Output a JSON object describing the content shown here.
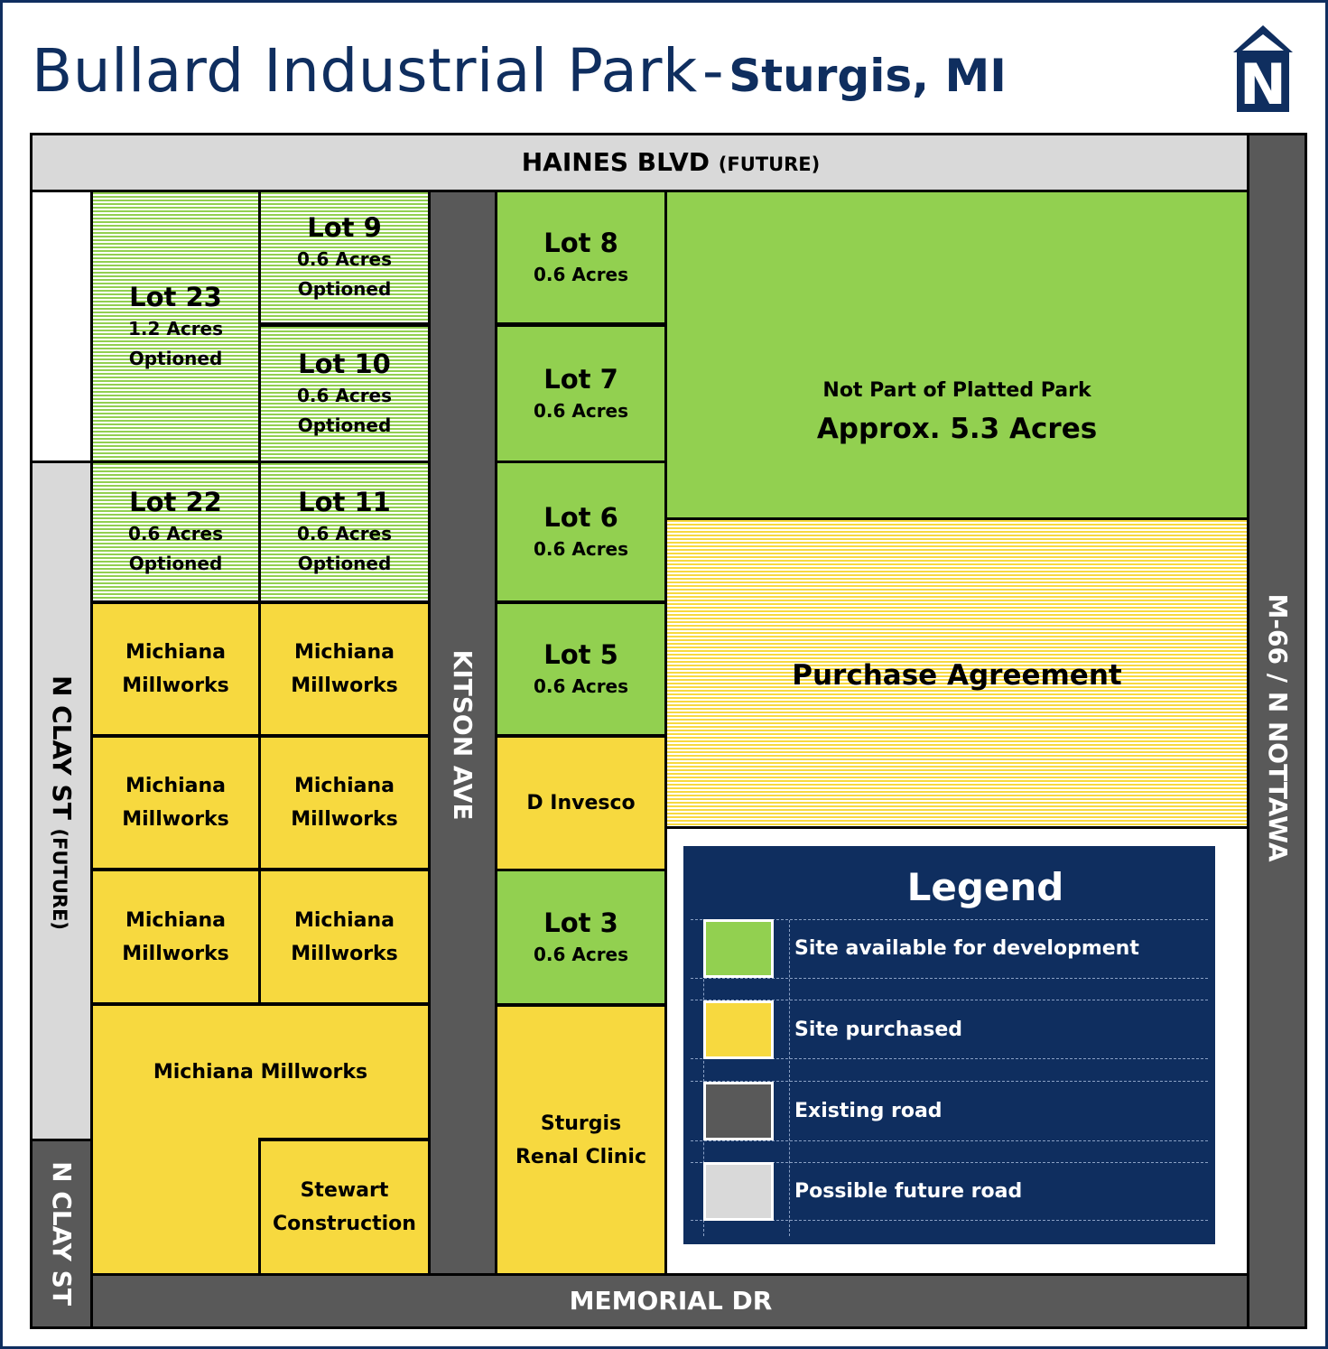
{
  "title": {
    "main": "Bullard Industrial Park",
    "separator": "-",
    "sub": "Sturgis, MI"
  },
  "north_arrow": {
    "icon": "north-arrow-icon",
    "letter": "N"
  },
  "roads": {
    "haines": {
      "name": "HAINES BLVD",
      "note": "(FUTURE)"
    },
    "clay_future": {
      "name": "N CLAY ST",
      "note": "(FUTURE)"
    },
    "clay_existing": {
      "name": "N CLAY ST"
    },
    "kitson": {
      "name": "KITSON AVE"
    },
    "m66": {
      "name": "M-66 / N NOTTAWA"
    },
    "memorial": {
      "name": "MEMORIAL DR"
    }
  },
  "lots": {
    "lot23": {
      "name": "Lot 23",
      "acres": "1.2 Acres",
      "status": "Optioned"
    },
    "lot9": {
      "name": "Lot 9",
      "acres": "0.6 Acres",
      "status": "Optioned"
    },
    "lot10": {
      "name": "Lot 10",
      "acres": "0.6 Acres",
      "status": "Optioned"
    },
    "lot22": {
      "name": "Lot 22",
      "acres": "0.6 Acres",
      "status": "Optioned"
    },
    "lot11": {
      "name": "Lot 11",
      "acres": "0.6 Acres",
      "status": "Optioned"
    },
    "lot8": {
      "name": "Lot 8",
      "acres": "0.6 Acres"
    },
    "lot7": {
      "name": "Lot 7",
      "acres": "0.6 Acres"
    },
    "lot6": {
      "name": "Lot 6",
      "acres": "0.6 Acres"
    },
    "lot5": {
      "name": "Lot 5",
      "acres": "0.6 Acres"
    },
    "lot3": {
      "name": "Lot 3",
      "acres": "0.6 Acres"
    }
  },
  "owners": {
    "michiana_l1": "Michiana",
    "michiana_l2": "Millworks",
    "michiana_full": "Michiana Millworks",
    "stewart_l1": "Stewart",
    "stewart_l2": "Construction",
    "dinvesco": "D Invesco",
    "sturgis_l1": "Sturgis",
    "sturgis_l2": "Renal Clinic"
  },
  "parcels": {
    "not_platted": {
      "line1": "Not Part of Platted Park",
      "line2": "Approx. 5.3 Acres"
    },
    "purchase": {
      "label": "Purchase Agreement"
    }
  },
  "legend": {
    "title": "Legend",
    "items": [
      {
        "label": "Site available for development",
        "color": "#92d050"
      },
      {
        "label": "Site purchased",
        "color": "#f7d93f"
      },
      {
        "label": "Existing road",
        "color": "#595959"
      },
      {
        "label": "Possible future road",
        "color": "#d9d9d9"
      }
    ]
  },
  "colors": {
    "navy": "#0f2e5f",
    "available": "#92d050",
    "purchased": "#f7d93f",
    "existing_road": "#595959",
    "future_road": "#d9d9d9"
  }
}
